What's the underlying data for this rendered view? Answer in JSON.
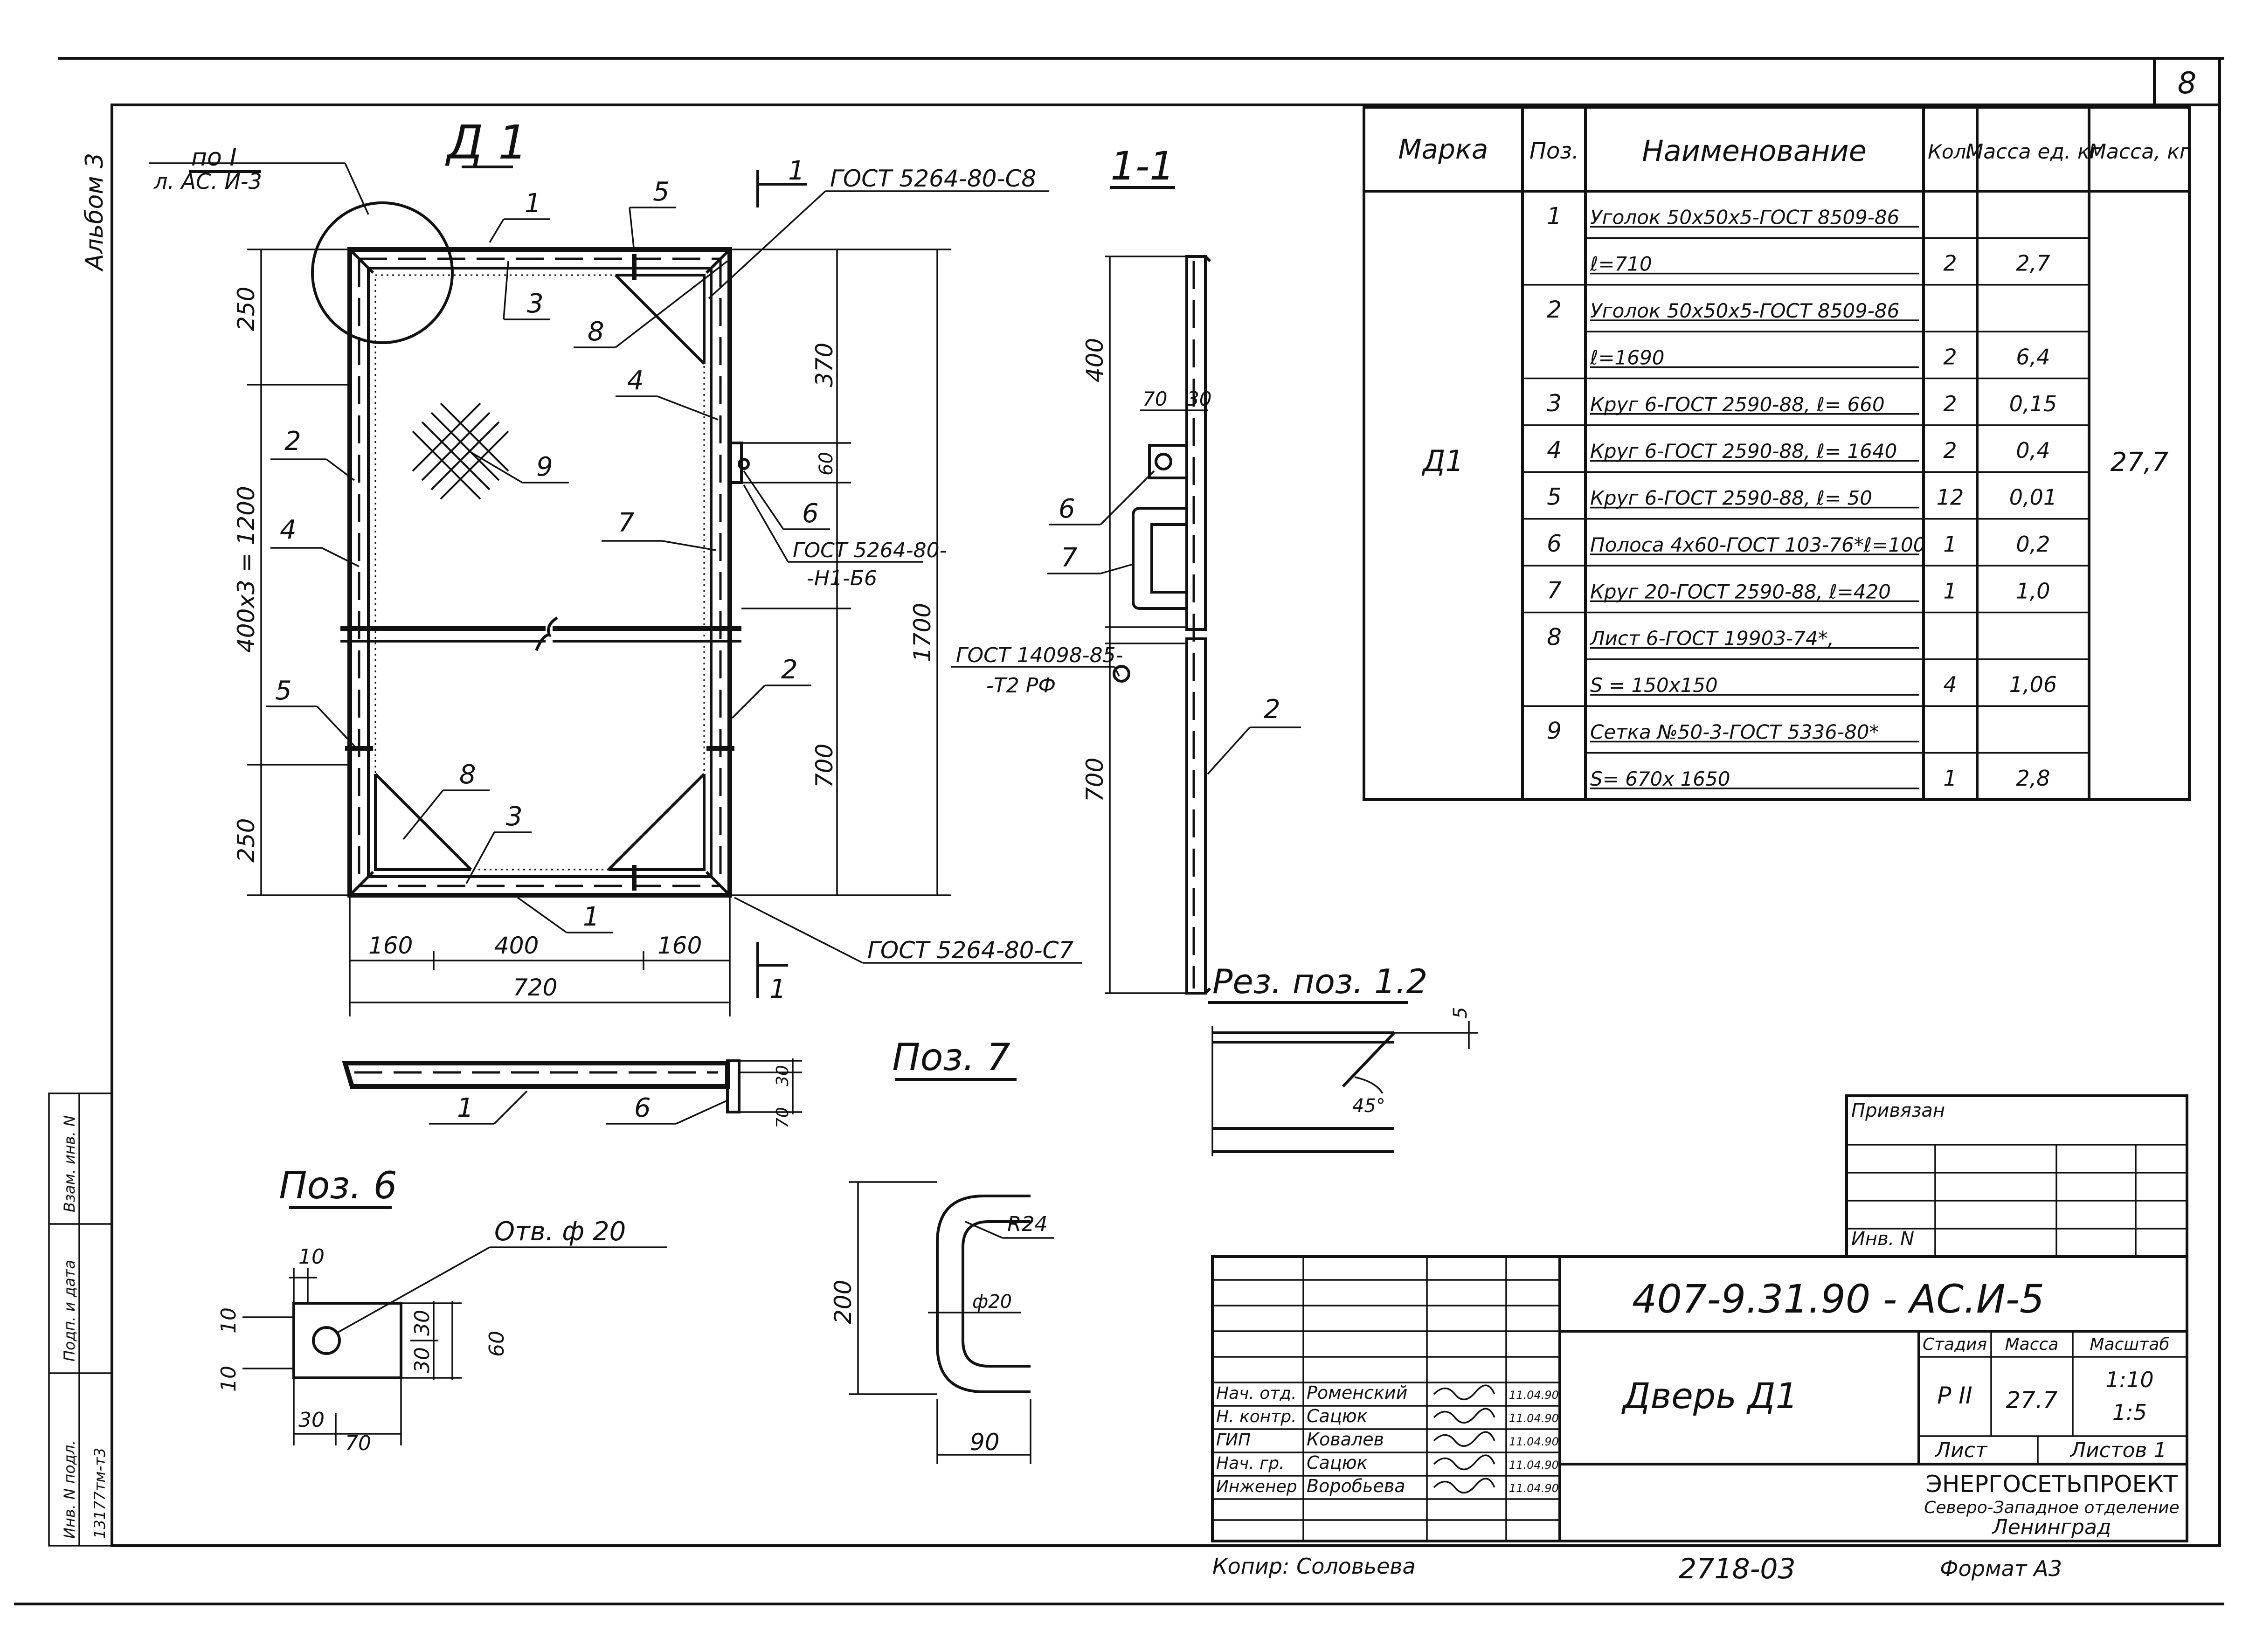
{
  "sheet": {
    "page_no": "8",
    "album": "Альбом 3",
    "copy": "Копир: Соловьева",
    "inv": "2718-03",
    "format": "Формат А3"
  },
  "main_view": {
    "title": "Д 1",
    "ref_note": [
      "по I",
      "л. АС. И-3"
    ],
    "section_mark": "1",
    "weld_top": "ГОСТ 5264-80-С8",
    "weld_bottom": "ГОСТ 5264-80-С7",
    "weld_side": [
      "ГОСТ 5264-80-",
      "-Н1-Б6"
    ],
    "hinge_note": [
      "ГОСТ 14098-85-",
      "-Т2 РФ"
    ],
    "dims_left": [
      "250",
      "400х3 = 1200",
      "250"
    ],
    "dims_right": [
      "370",
      "60",
      "1700",
      "700"
    ],
    "dims_bottom": [
      "160",
      "400",
      "160",
      "720"
    ],
    "callouts": [
      "1",
      "5",
      "3",
      "8",
      "2",
      "4",
      "9",
      "6",
      "7",
      "4",
      "2",
      "5",
      "8",
      "3",
      "1"
    ]
  },
  "section_view": {
    "title": "1-1",
    "dims": [
      "400",
      "70",
      "30",
      "700"
    ],
    "callouts": [
      "6",
      "7",
      "2"
    ]
  },
  "cut_view": {
    "title": "Рез. поз. 1.2",
    "dims": [
      "5",
      "45°"
    ]
  },
  "pos1_view": {
    "dims": [
      "30",
      "70"
    ],
    "callouts": [
      "1",
      "6"
    ]
  },
  "pos6_view": {
    "title": "Поз. 6",
    "hole": "Отв. ф 20",
    "dims": [
      "10",
      "10",
      "10",
      "30",
      "30",
      "60",
      "30",
      "70"
    ]
  },
  "pos7_view": {
    "title": "Поз. 7",
    "dims": [
      "R24",
      "ф20",
      "200",
      "90"
    ]
  },
  "spec": {
    "headers": [
      "Марка",
      "Поз.",
      "Наименование",
      "Кол.",
      "Масса ед. кг",
      "Масса, кг"
    ],
    "mark": "Д1",
    "total_mass": "27,7",
    "rows": [
      {
        "pos": "1",
        "name": "Уголок 50х50х5-ГОСТ 8509-86",
        "qty": "",
        "mass": ""
      },
      {
        "pos": "",
        "name": "ℓ=710",
        "qty": "2",
        "mass": "2,7"
      },
      {
        "pos": "2",
        "name": "Уголок 50х50х5-ГОСТ 8509-86",
        "qty": "",
        "mass": ""
      },
      {
        "pos": "",
        "name": "ℓ=1690",
        "qty": "2",
        "mass": "6,4"
      },
      {
        "pos": "3",
        "name": "Круг 6-ГОСТ 2590-88, ℓ= 660",
        "qty": "2",
        "mass": "0,15"
      },
      {
        "pos": "4",
        "name": "Круг 6-ГОСТ 2590-88, ℓ= 1640",
        "qty": "2",
        "mass": "0,4"
      },
      {
        "pos": "5",
        "name": "Круг 6-ГОСТ 2590-88, ℓ= 50",
        "qty": "12",
        "mass": "0,01"
      },
      {
        "pos": "6",
        "name": "Полоса 4х60-ГОСТ 103-76*ℓ=100",
        "qty": "1",
        "mass": "0,2"
      },
      {
        "pos": "7",
        "name": "Круг 20-ГОСТ 2590-88, ℓ=420",
        "qty": "1",
        "mass": "1,0"
      },
      {
        "pos": "8",
        "name": "Лист 6-ГОСТ 19903-74*,",
        "qty": "",
        "mass": ""
      },
      {
        "pos": "",
        "name": "S = 150х150",
        "qty": "4",
        "mass": "1,06"
      },
      {
        "pos": "9",
        "name": "Сетка №50-3-ГОСТ 5336-80*",
        "qty": "",
        "mass": ""
      },
      {
        "pos": "",
        "name": "S= 670х 1650",
        "qty": "1",
        "mass": "2,8"
      }
    ]
  },
  "stamp": {
    "privyazan": "Привязан",
    "inv_no": "Инв. N",
    "code": "407-9.31.90   -   АС.И-5",
    "name": "Дверь Д1",
    "stage_hdr": "Стадия",
    "mass_hdr": "Масса",
    "scale_hdr": "Масштаб",
    "stage": "Р II",
    "mass": "27.7",
    "scale": [
      "1:10",
      "1:5"
    ],
    "sheet_lbl": "Лист",
    "sheets_lbl": "Листов 1",
    "org": "ЭНЕРГОСЕТЬПРОЕКТ",
    "org2": "Северо-Западное отделение",
    "org3": "Ленинград",
    "people": [
      {
        "role": "Нач. отд.",
        "name": "Роменский",
        "date": "11.04.90"
      },
      {
        "role": "Н. контр.",
        "name": "Сацюк",
        "date": "11.04.90"
      },
      {
        "role": "ГИП",
        "name": "Ковалев",
        "date": "11.04.90"
      },
      {
        "role": "Нач. гр.",
        "name": "Сацюк",
        "date": "11.04.90"
      },
      {
        "role": "Инженер",
        "name": "Воробьева",
        "date": "11.04.90"
      }
    ]
  },
  "side_stamp": [
    "Взам. инв. N",
    "Подп. и дата",
    "Инв. N подл.",
    "13177тм-т3"
  ]
}
